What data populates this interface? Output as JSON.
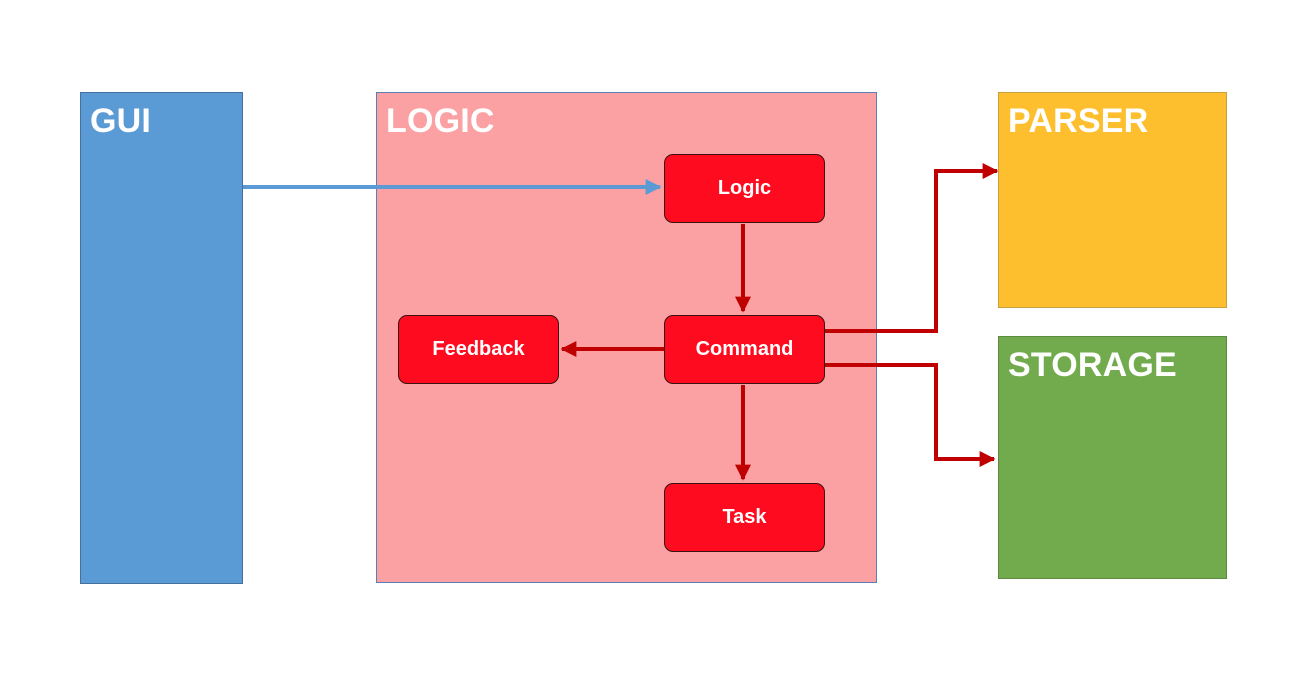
{
  "components": {
    "gui": {
      "label": "GUI",
      "color": "#5b9bd5"
    },
    "logic_area": {
      "label": "LOGIC",
      "color": "#fba1a3"
    },
    "parser": {
      "label": "PARSER",
      "color": "#fdbf2d"
    },
    "storage": {
      "label": "STORAGE",
      "color": "#72ab4e"
    }
  },
  "nodes": {
    "logic": {
      "label": "Logic"
    },
    "command": {
      "label": "Command"
    },
    "feedback": {
      "label": "Feedback"
    },
    "task": {
      "label": "Task"
    }
  },
  "node_color": "#fe0b1f",
  "edges": [
    {
      "from": "GUI",
      "to": "Logic",
      "color": "#5b9bd5"
    },
    {
      "from": "Logic",
      "to": "Command",
      "color": "#c00000"
    },
    {
      "from": "Command",
      "to": "Feedback",
      "color": "#c00000"
    },
    {
      "from": "Command",
      "to": "Task",
      "color": "#c00000"
    },
    {
      "from": "Command",
      "to": "PARSER",
      "color": "#c00000"
    },
    {
      "from": "Command",
      "to": "STORAGE",
      "color": "#c00000"
    }
  ]
}
